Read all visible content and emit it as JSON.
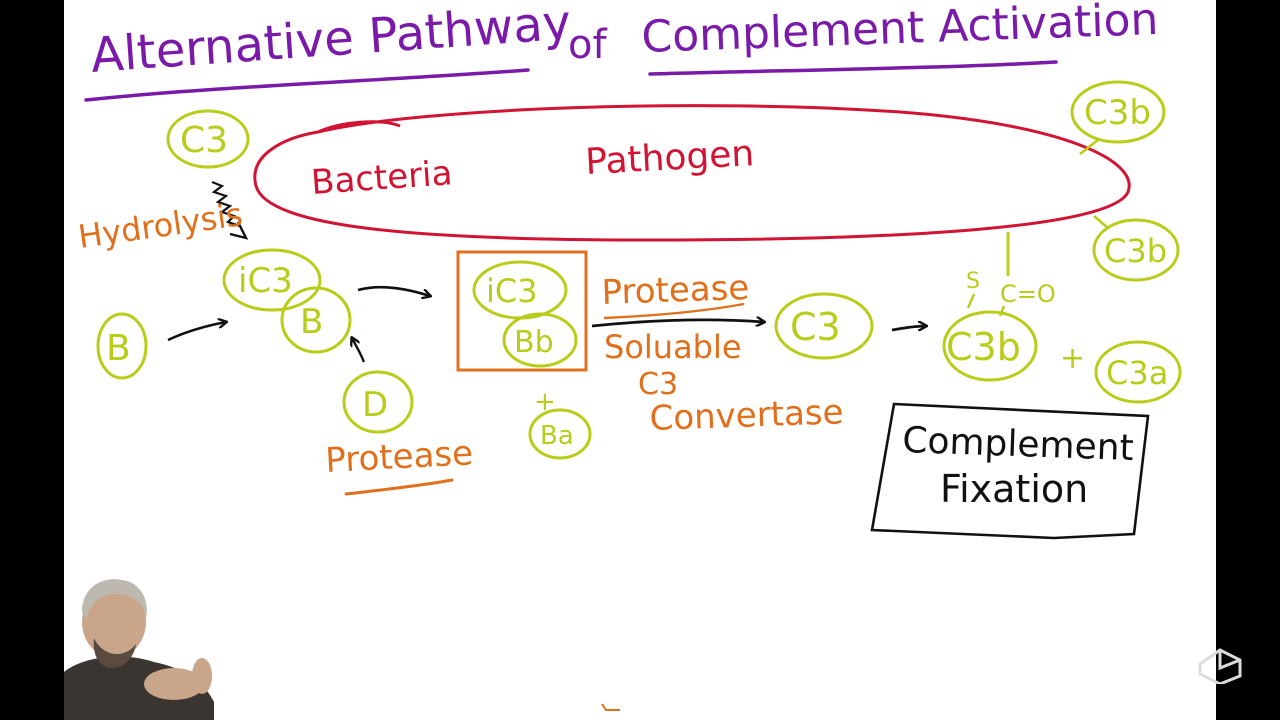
{
  "title": {
    "part1": "Alternative Pathway",
    "part2": "of",
    "part3": "Complement Activation"
  },
  "pathogen": {
    "bacteria": "Bacteria",
    "pathogen": "Pathogen"
  },
  "nodes": {
    "c3_top": "C3",
    "hydrolysis": "Hydrolysis",
    "ic3": "iC3",
    "b_bound": "B",
    "b_free": "B",
    "d": "D",
    "protease_d": "Protease",
    "complex_ic3": "iC3",
    "complex_bb": "Bb",
    "plus_ba": "+",
    "ba": "Ba",
    "protease_arrow": "Protease",
    "soluable": "Soluable",
    "c3_label": "C3",
    "convertase": "Convertase",
    "c3_mid": "C3",
    "c3b_main": "C3b",
    "bond_s": "S",
    "bond_c": "C=O",
    "plus_c3a": "+",
    "c3a": "C3a",
    "c3b_upper": "C3b",
    "c3b_lower": "C3b"
  },
  "complement_fixation": {
    "line1": "Complement",
    "line2": "Fixation"
  },
  "colors": {
    "title": "#7a1aa8",
    "pathogen": "#d21434",
    "molecule": "#b9cc1a",
    "protease": "#e0701c",
    "ink": "#111111",
    "board": "#ffffff"
  }
}
